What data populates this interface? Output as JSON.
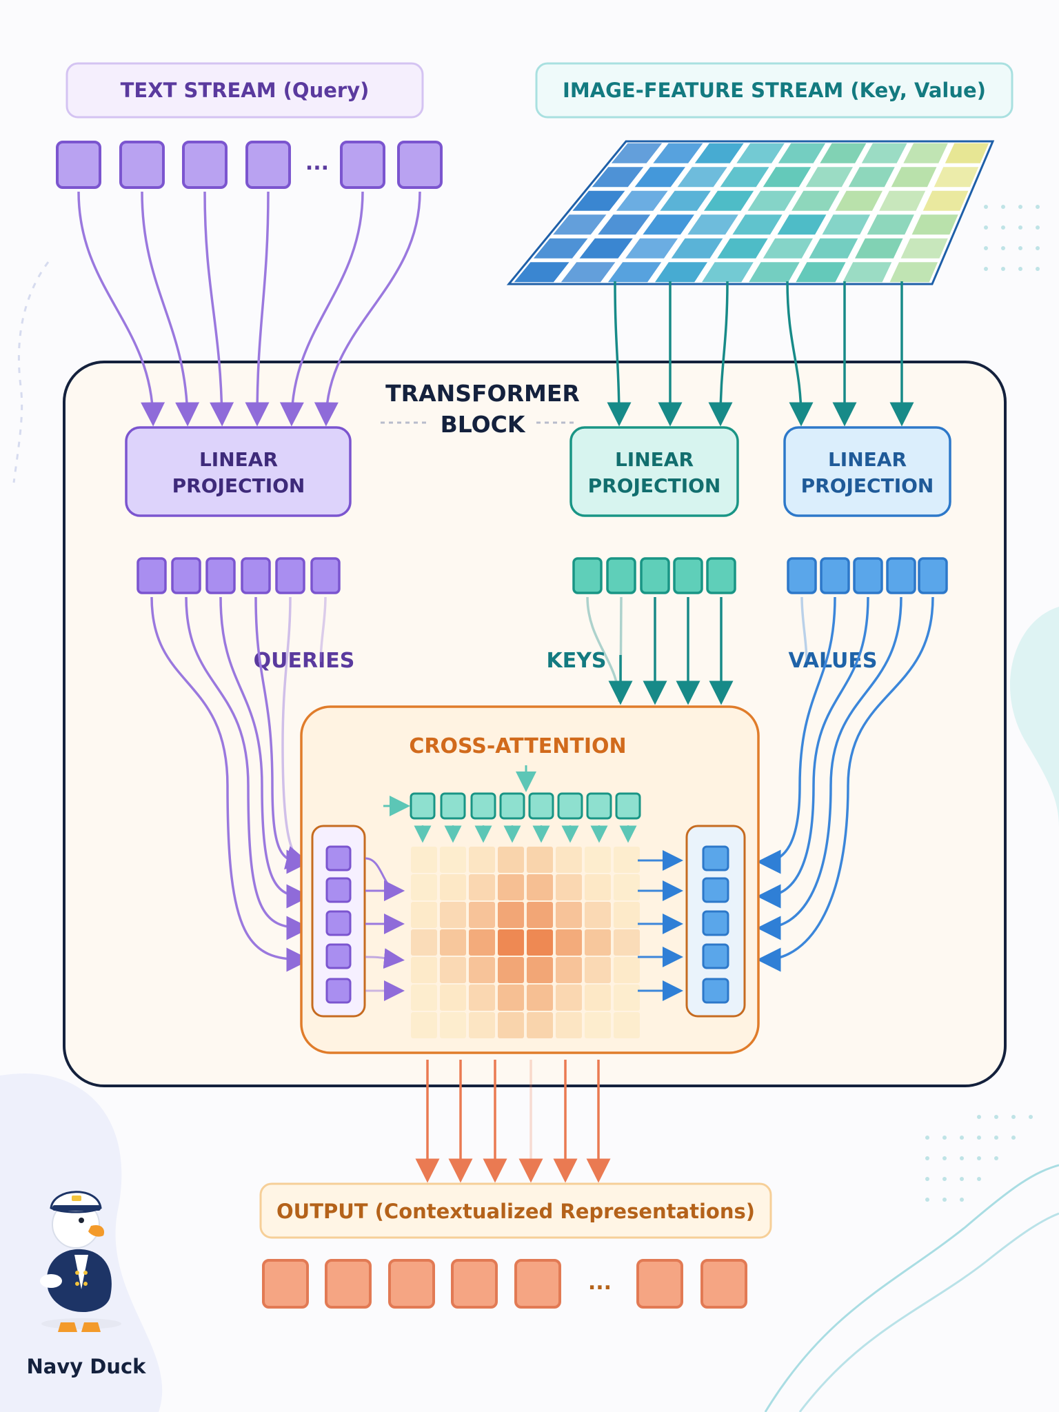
{
  "text_stream": {
    "title": "TEXT STREAM (Query)",
    "ellipsis": "..."
  },
  "image_stream": {
    "title": "IMAGE-FEATURE STREAM (Key, Value)"
  },
  "transformer": {
    "title_line1": "TRANSFORMER",
    "title_line2": "BLOCK"
  },
  "projections": {
    "query": {
      "line1": "LINEAR",
      "line2": "PROJECTION"
    },
    "key": {
      "line1": "LINEAR",
      "line2": "PROJECTION"
    },
    "value": {
      "line1": "LINEAR",
      "line2": "PROJECTION"
    }
  },
  "labels": {
    "queries": "QUERIES",
    "keys": "KEYS",
    "values": "VALUES"
  },
  "cross_attention": {
    "title": "CROSS-ATTENTION"
  },
  "output": {
    "title": "OUTPUT (Contextualized Representations)",
    "ellipsis": "..."
  },
  "brand": {
    "name": "Navy Duck"
  },
  "colors": {
    "query": "#a98ef0",
    "query_border": "#7b55cf",
    "query_text": "#5a3a9e",
    "key": "#5fcfb9",
    "key_border": "#199585",
    "key_text": "#137a80",
    "value": "#5aa6ea",
    "value_border": "#2d78c9",
    "value_text": "#1f63a8",
    "attention": "#e07c2a",
    "output": "#f5a583",
    "output_border": "#e27a54",
    "output_text": "#b4621a",
    "block_border": "#14213d"
  }
}
